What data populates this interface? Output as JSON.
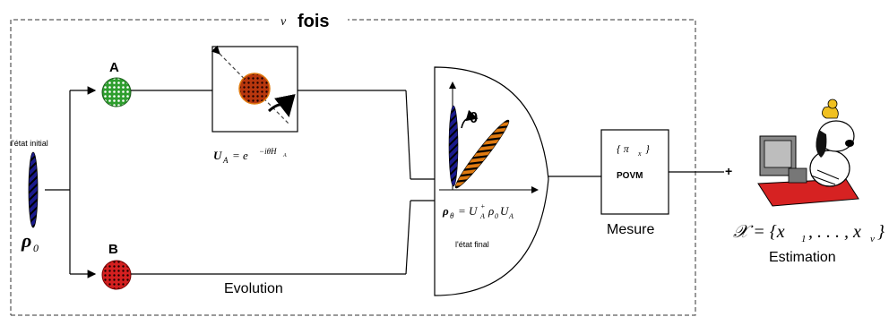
{
  "loop": {
    "nu": "ν",
    "fois": "fois"
  },
  "initial": {
    "label": "l'état initial",
    "rho0_sym": "ρ",
    "rho0_sub": "0"
  },
  "path_a": {
    "label": "A",
    "unitary": "U_A = e^{−iθH_A}",
    "unitary_main": "U",
    "unitary_sub": "A",
    "unitary_eq": "= e",
    "unitary_exp": "−iθH",
    "unitary_exp_sub": "A"
  },
  "path_b": {
    "label": "B"
  },
  "evolution": {
    "label": "Evolution"
  },
  "final": {
    "label": "l'état final",
    "theta": "θ",
    "rho_theta": "ρ_θ = U_A^+ ρ_0 U_A",
    "rho_main": "ρ",
    "rho_sub": "θ",
    "rho_eq": "= U",
    "rho_sup": "+",
    "rho_sub2": "A",
    "rho_mid": "ρ",
    "rho_sub3": "0",
    "rho_end": "U",
    "rho_sub4": "A"
  },
  "measure": {
    "pi": "{ π_x }",
    "pi_main": "{ π",
    "pi_sub": "x",
    "pi_close": "}",
    "povm": "POVM",
    "label": "Mesure"
  },
  "plus": "+",
  "estimation": {
    "formula": "𝒳 = {x_1, …, x_ν}",
    "formula_text": "𝒳 = {x",
    "formula_sub1": "1",
    "formula_mid": ", . . . , x",
    "formula_subnu": "ν",
    "formula_close": "}",
    "label": "Estimation"
  },
  "colors": {
    "green": "#2e9e2e",
    "red": "#d42020",
    "orange": "#e07a10",
    "navy": "#1a1a8c",
    "brown": "#8b2a0a"
  }
}
